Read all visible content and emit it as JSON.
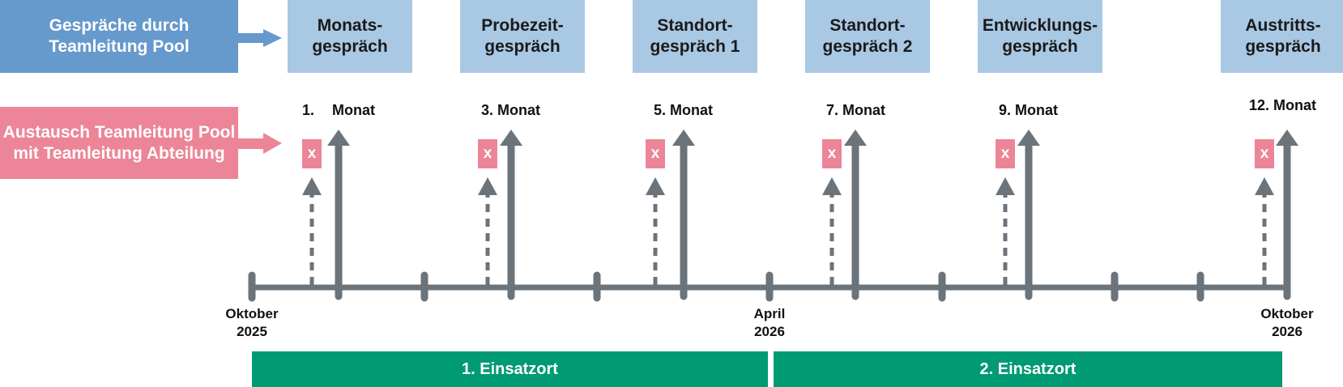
{
  "legend": {
    "talks_label": "Gespräche durch\nTeamleitung Pool",
    "exchange_label": "Austausch Teamleitung Pool\nmit Teamleitung Abteilung"
  },
  "talks": [
    {
      "label": "Monats-\ngespräch"
    },
    {
      "label": "Probezeit-\ngespräch"
    },
    {
      "label": "Standort-\ngespräch 1"
    },
    {
      "label": "Standort-\ngespräch 2"
    },
    {
      "label": "Entwicklungs-\ngespräch"
    },
    {
      "label": "Austritts-\ngespräch"
    }
  ],
  "months": [
    {
      "num": "1.",
      "word": "Monat"
    },
    {
      "label": "3. Monat"
    },
    {
      "label": "5. Monat"
    },
    {
      "label": "7. Monat"
    },
    {
      "label": "9. Monat"
    },
    {
      "label": "12. Monat"
    }
  ],
  "exchange_marker": "x",
  "timeline_labels": {
    "start": "Oktober\n2025",
    "middle": "April\n2026",
    "end": "Oktober\n2026"
  },
  "phases": [
    "1. Einsatzort",
    "2. Einsatzort"
  ],
  "colors": {
    "talk_blue": "#6699cc",
    "talk_box_light_blue": "#a9c8e4",
    "exchange_pink": "#ec8597",
    "timeline_gray": "#6b737b",
    "phase_green": "#009a73"
  }
}
